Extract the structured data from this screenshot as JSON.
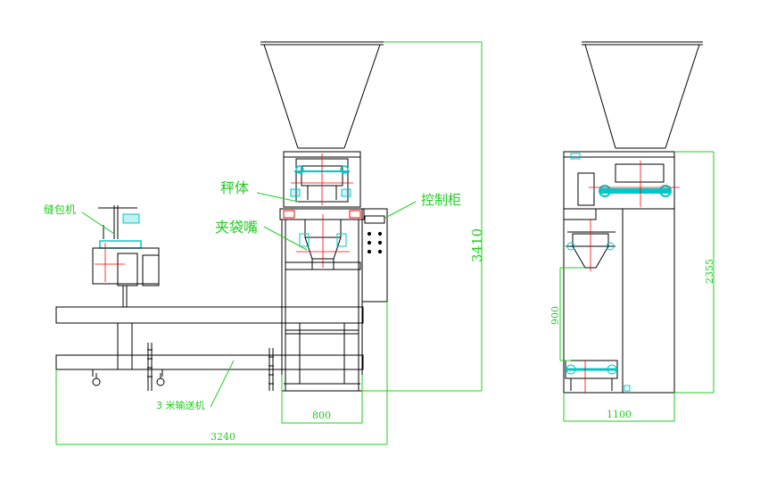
{
  "labels": {
    "sewing_machine": "缝包机",
    "scale_body": "秤体",
    "bag_clamp": "夹袋嘴",
    "control_cabinet": "控制柜",
    "conveyor": "3  米输送机"
  },
  "dimensions": {
    "total_height": "3410",
    "frame_width": "800",
    "total_length": "3240",
    "side_height": "2355",
    "side_width": "1100",
    "bag_height": "900"
  },
  "colors": {
    "line": "#000000",
    "dimension": "#22cc22",
    "accent": "#00c8c8",
    "marker": "#ff0000"
  }
}
